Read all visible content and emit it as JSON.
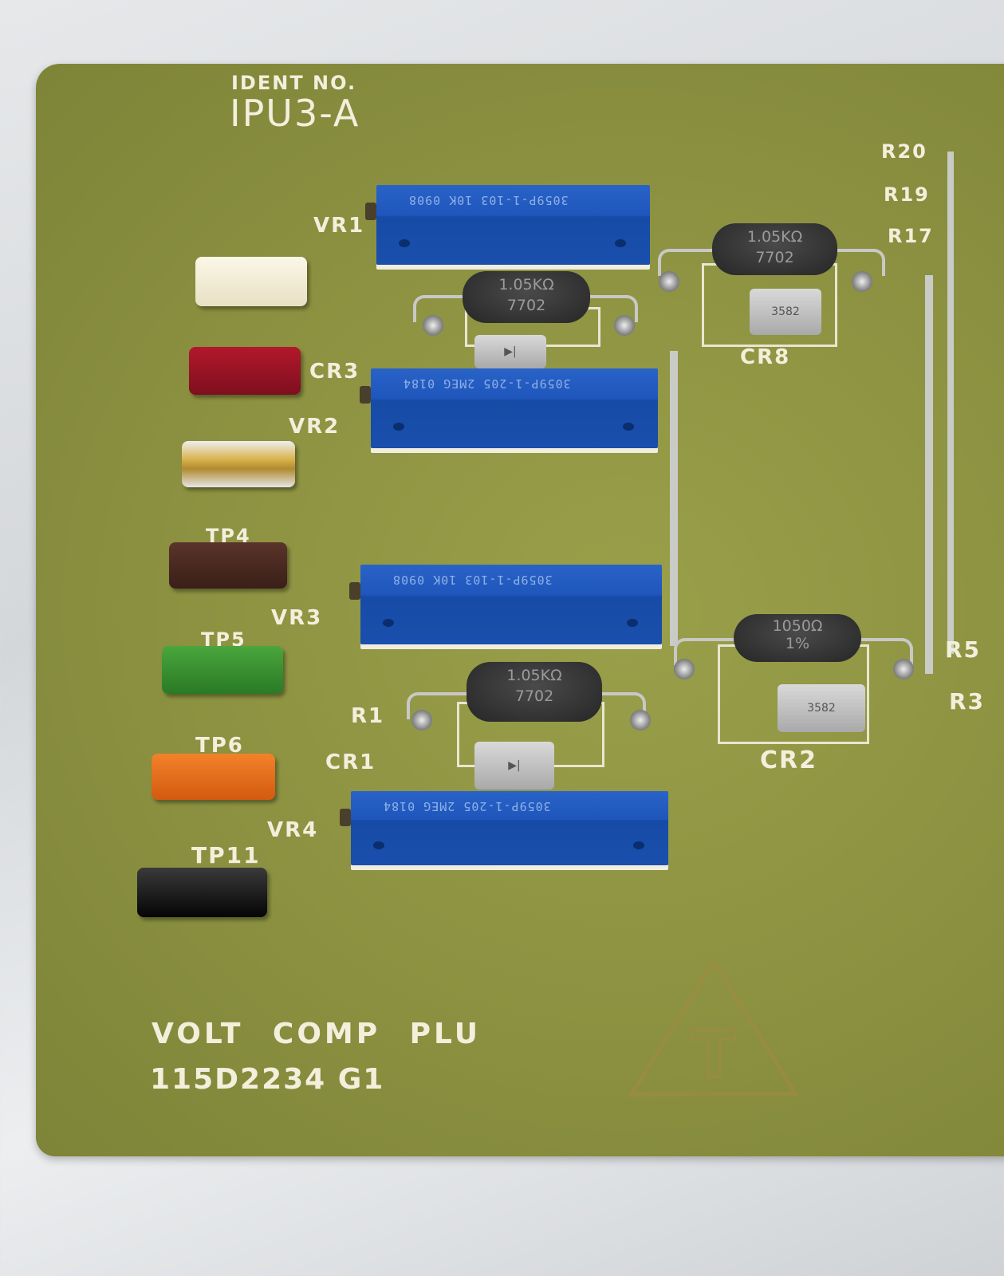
{
  "board": {
    "ident_label": "IDENT NO.",
    "ident_value": "IPU3-A",
    "title": "VOLT COMP PLU",
    "part_number": "115D2234 G1",
    "logo_letter": "T"
  },
  "labels": {
    "r20": "R20",
    "r19": "R19",
    "r17": "R17",
    "vr1": "VR1",
    "cr3": "CR3",
    "vr2": "VR2",
    "vr3": "VR3",
    "r1": "R1",
    "cr1": "CR1",
    "vr4": "VR4",
    "tp4": "TP4",
    "tp5": "TP5",
    "tp6": "TP6",
    "tp11": "TP11",
    "cr8": "CR8",
    "cr2": "CR2",
    "r5": "R5",
    "r3": "R3"
  },
  "pots": [
    {
      "ref": "VR1",
      "marking": "3059P-1-103 10K 0908"
    },
    {
      "ref": "VR2",
      "marking": "3059P-1-205 2MEG 0184"
    },
    {
      "ref": "VR3",
      "marking": "3059P-1-103 10K 0908"
    },
    {
      "ref": "VR4",
      "marking": "3059P-1-205 2MEG 0184"
    }
  ],
  "resistors": [
    {
      "value": "1.05KΩ",
      "code": "7702"
    },
    {
      "value": "1.05KΩ",
      "code": "7702"
    },
    {
      "value": "1.05KΩ",
      "code": "7702"
    },
    {
      "value": "1050Ω",
      "code": "1%"
    }
  ],
  "diodes": [
    {
      "marking": "3582"
    },
    {
      "marking": "3582"
    }
  ],
  "colors": {
    "board": "#8b9140",
    "pot": "#1e56bb",
    "silkscreen": "#f2efdc"
  }
}
